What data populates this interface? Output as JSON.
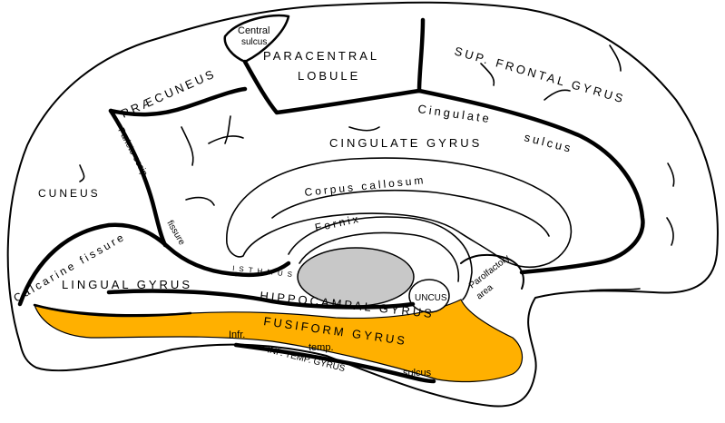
{
  "labels": {
    "central_sulcus_1": "Central",
    "central_sulcus_2": "sulcus",
    "paracentral_1": "PARACENTRAL",
    "paracentral_2": "LOBULE",
    "sup_frontal_gyrus": "SUP. FRONTAL GYRUS",
    "praecuneus": "PRÆCUNEUS",
    "cingulate_sulcus_1": "Cingulate",
    "cingulate_sulcus_2": "sulcus",
    "cingulate_gyrus": "CINGULATE GYRUS",
    "parieto_occip": "Parieto-occip.",
    "corpus_callosum": "Corpus callosum",
    "cuneus": "CUNEUS",
    "fornix": "Fornix",
    "fissure": "fissure",
    "calcarine_fissure": "Calcarine fissure",
    "isthmus": "ISTHMUS",
    "parolfactory_1": "Parolfactory",
    "parolfactory_2": "area",
    "lingual_gyrus": "LINGUAL GYRUS",
    "uncus": "UNCUS",
    "hippocampal_gyrus": "HIPPOCAMPAL GYRUS",
    "fusiform_gyrus": "FUSIFORM GYRUS",
    "infr_1": "Infr.",
    "infr_2": "temp.",
    "infr_3": "sulcus",
    "inf_temp_gyrus": "INF. TEMP. GYRUS"
  },
  "colors": {
    "fusiform_highlight": "#FFB000",
    "thalamus_fill": "#C8C8C8",
    "outline": "#000000",
    "background": "#FFFFFF"
  }
}
